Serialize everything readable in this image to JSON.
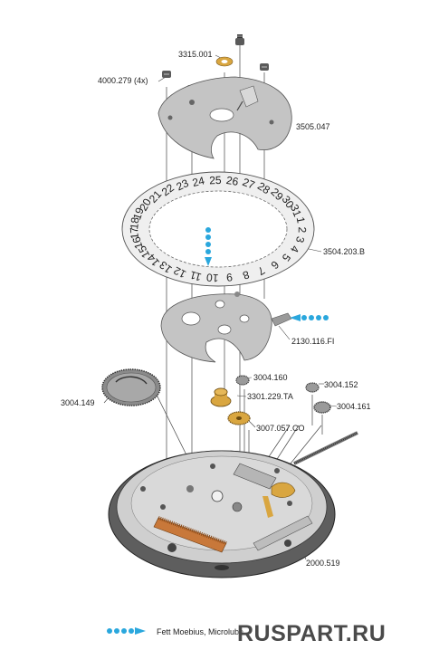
{
  "parts": {
    "p3315_001": "3315.001",
    "p4000_279": "4000.279 (4x)",
    "p3505_047": "3505.047",
    "p3504_203": "3504.203.B",
    "p2130_116": "2130.116.FI",
    "p3004_160": "3004.160",
    "p3004_152": "3004.152",
    "p3004_149": "3004.149",
    "p3301_229": "3301.229.TA",
    "p3004_161": "3004.161",
    "p3007_057": "3007.057.CO",
    "p2000_519": "2000.519"
  },
  "dial_numbers": [
    "20",
    "21",
    "22",
    "23",
    "24",
    "25",
    "26",
    "27",
    "28",
    "29",
    "30",
    "31",
    "1",
    "2",
    "3",
    "4",
    "5",
    "6",
    "7",
    "8",
    "9",
    "10",
    "11",
    "12",
    "13",
    "14",
    "15",
    "16",
    "17",
    "18",
    "19"
  ],
  "legend": {
    "text": "Fett Moebius, Microlube"
  },
  "watermark": "RUSPART.RU",
  "colors": {
    "oil": "#2aa7dd",
    "metal": "#bcbcbc",
    "dark_metal": "#5a5a5a",
    "brass": "#d9a640",
    "copper": "#c8783a"
  }
}
